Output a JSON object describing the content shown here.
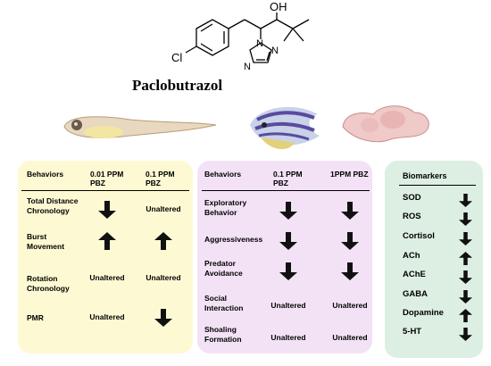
{
  "compound": {
    "name": "Paclobutrazol",
    "atoms": {
      "cl": "Cl",
      "oh": "OH",
      "n1": "N",
      "n2": "N",
      "n3": "N"
    }
  },
  "table1": {
    "headers": [
      "Behaviors",
      "0.01 PPM PBZ",
      "0.1 PPM PBZ"
    ],
    "rows": [
      {
        "label": "Total Distance Chronology",
        "c1": "down",
        "c2": "Unaltered"
      },
      {
        "label": "Burst Movement",
        "c1": "up",
        "c2": "up"
      },
      {
        "label": "Rotation Chronology",
        "c1": "Unaltered",
        "c2": "Unaltered"
      },
      {
        "label": "PMR",
        "c1": "Unaltered",
        "c2": "down"
      }
    ]
  },
  "table2": {
    "headers": [
      "Behaviors",
      "0.1 PPM PBZ",
      "1PPM PBZ"
    ],
    "rows": [
      {
        "label": "Exploratory Behavior",
        "c1": "down",
        "c2": "down"
      },
      {
        "label": "Aggressiveness",
        "c1": "down",
        "c2": "down"
      },
      {
        "label": "Predator Avoidance",
        "c1": "down",
        "c2": "down"
      },
      {
        "label": "Social Interaction",
        "c1": "Unaltered",
        "c2": "Unaltered"
      },
      {
        "label": "Shoaling Formation",
        "c1": "Unaltered",
        "c2": "Unaltered"
      }
    ]
  },
  "biomarkers": {
    "header": "Biomarkers",
    "items": [
      {
        "name": "SOD",
        "dir": "down"
      },
      {
        "name": "ROS",
        "dir": "down"
      },
      {
        "name": "Cortisol",
        "dir": "down"
      },
      {
        "name": "ACh",
        "dir": "up"
      },
      {
        "name": "AChE",
        "dir": "down"
      },
      {
        "name": "GABA",
        "dir": "down"
      },
      {
        "name": "Dopamine",
        "dir": "up"
      },
      {
        "name": "5-HT",
        "dir": "down"
      }
    ]
  },
  "colors": {
    "yellow": "#fdfad3",
    "pink": "#f3e2f6",
    "green": "#dcefe2"
  }
}
